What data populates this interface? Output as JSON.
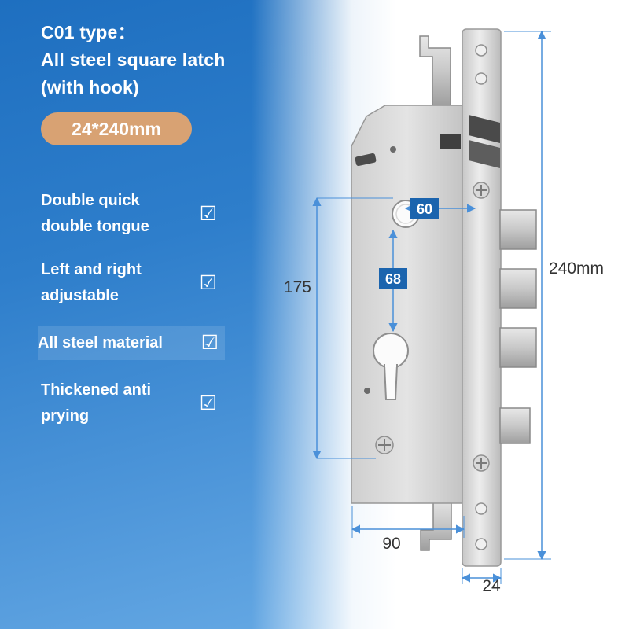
{
  "panel": {
    "title_line1": "C01 type：",
    "title_line2": "All steel square latch",
    "title_line3": "(with hook)",
    "size_badge": "24*240mm",
    "checkbox_glyph": "☑",
    "features": [
      {
        "line1": "Double quick",
        "line2": "double tongue"
      },
      {
        "line1": "Left and right",
        "line2": "adjustable"
      },
      {
        "line1": "All steel material",
        "line2": ""
      },
      {
        "line1": "Thickened anti",
        "line2": "prying"
      }
    ]
  },
  "diagram": {
    "dim_backset": "60",
    "dim_hole_center_distance": "68",
    "dim_body_height": "175",
    "dim_faceplate_height": "240mm",
    "dim_body_width": "90",
    "dim_faceplate_width": "24"
  },
  "colors": {
    "panel_blue_top": "#1e6fc0",
    "panel_blue_bottom": "#6fb0e8",
    "badge_bg": "#d8a273",
    "dim_label_bg": "#1b64ae",
    "dim_line_blue": "#4a90d9",
    "text_white": "#ffffff",
    "dim_text_dark": "#333333"
  }
}
